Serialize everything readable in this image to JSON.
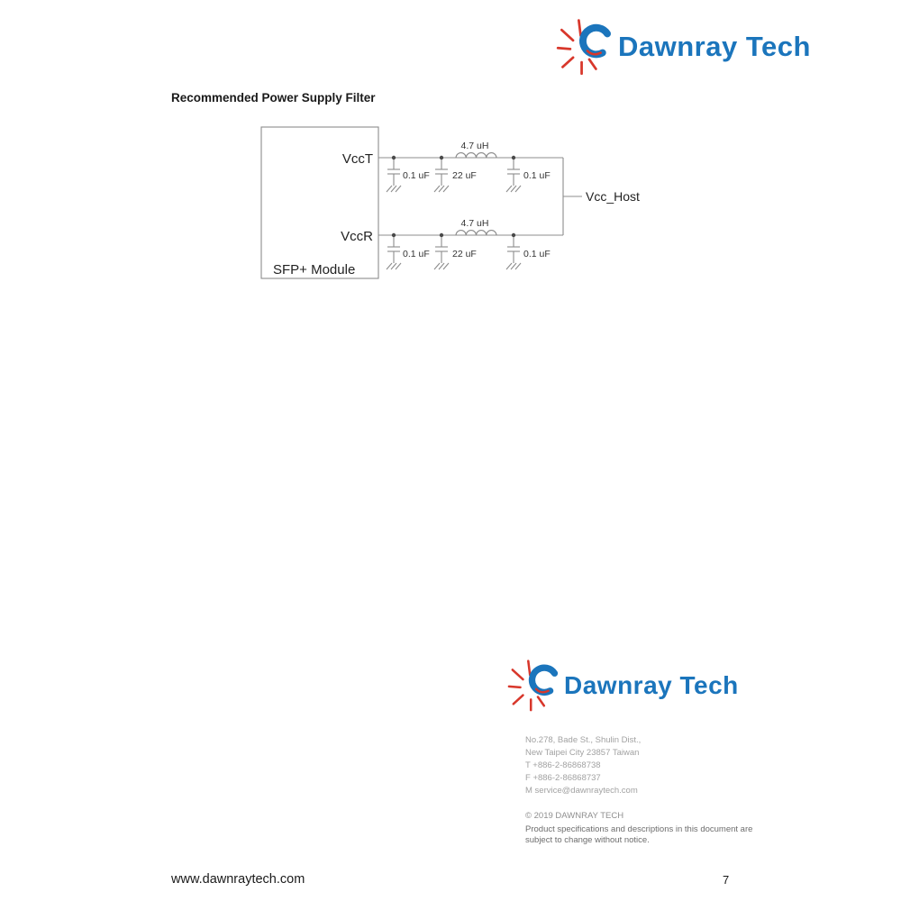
{
  "page": {
    "heading": "Recommended Power Supply Filter",
    "footer_website": "www.dawnraytech.com",
    "footer_page_number": "7"
  },
  "logo": {
    "text": "Dawnray Tech"
  },
  "diagram": {
    "module_label": "SFP+ Module",
    "pin_top": "VccT",
    "pin_bottom": "VccR",
    "output_label": "Vcc_Host",
    "inductor_top_label": "4.7 uH",
    "inductor_bottom_label": "4.7 uH",
    "caps_top": [
      "0.1 uF",
      "22 uF",
      "0.1 uF"
    ],
    "caps_bottom": [
      "0.1 uF",
      "22 uF",
      "0.1 uF"
    ]
  },
  "contact": {
    "address_line1": "No.278, Bade St., Shulin Dist.,",
    "address_line2": "New Taipei City 23857 Taiwan",
    "tel": "T +886-2-86868738",
    "fax": "F +886-2-86868737",
    "email": "M service@dawnraytech.com",
    "copyright": "© 2019 DAWNRAY TECH",
    "notice_line1": "Product specifications and descriptions in this document are",
    "notice_line2": "subject to change without notice."
  },
  "colors": {
    "logo_blue": "#1b75bc",
    "logo_red": "#d8372b"
  }
}
